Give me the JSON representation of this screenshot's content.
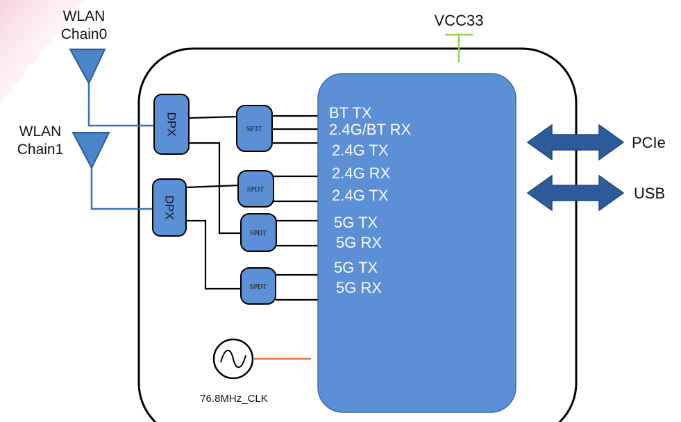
{
  "antennas": {
    "chain0": {
      "line1": "WLAN",
      "line2": "Chain0"
    },
    "chain1": {
      "line1": "WLAN",
      "line2": "Chain1"
    }
  },
  "power": {
    "label": "VCC33"
  },
  "duplexers": [
    "DPX",
    "DPX"
  ],
  "switches": [
    "SP3T",
    "SPDT",
    "SPDT",
    "SPDT"
  ],
  "chip_pins": [
    "BT TX",
    "2.4G/BT RX",
    "2.4G TX",
    "2.4G RX",
    "2.4G TX",
    "5G TX",
    "5G RX",
    "5G TX",
    "5G RX"
  ],
  "interfaces": {
    "pcie": "PCIe",
    "usb": "USB"
  },
  "clock": {
    "label": "76.8MHz_CLK"
  },
  "colors": {
    "chip_fill": "#5b8fd6",
    "block_fill": "#5b8fd6",
    "antenna_fill": "#4a84c9",
    "antenna_line": "#3a70c0",
    "arrow_fill": "#2c5c9c",
    "vcc_line": "#92d050",
    "clock_line": "#e07b39",
    "outline": "#000000"
  }
}
